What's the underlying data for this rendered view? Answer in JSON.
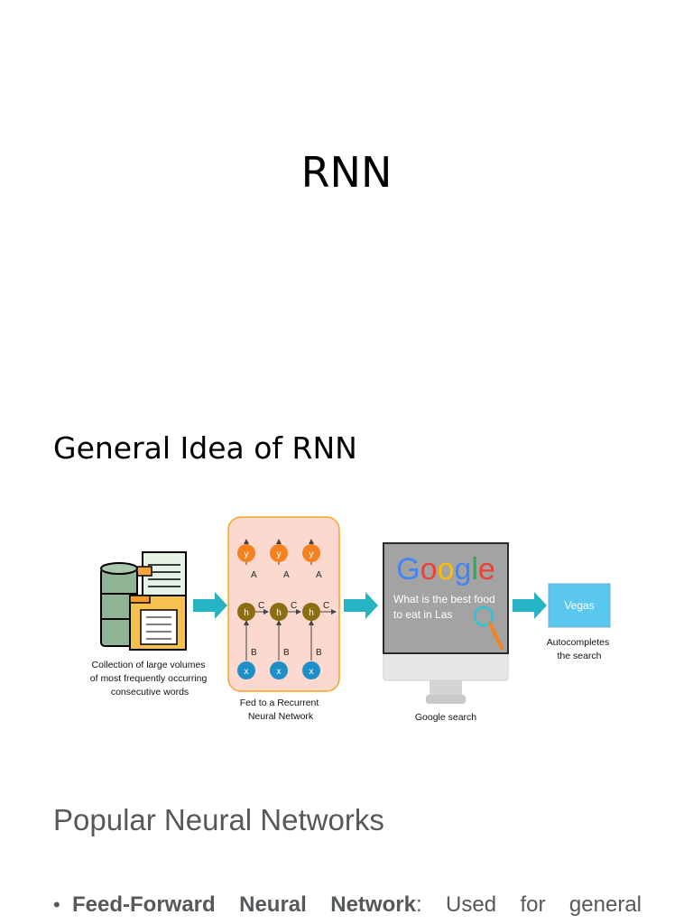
{
  "title": "RNN",
  "section_heading": "General Idea of RNN",
  "diagram": {
    "step1_caption": [
      "Collection of large volumes",
      "of most frequently occurring",
      "consecutive words"
    ],
    "rnn_output_label": "y",
    "rnn_hidden_label": "h",
    "rnn_input_label": "x",
    "edge_label_a": "A",
    "edge_label_b": "B",
    "edge_label_c": "C",
    "step2_caption": [
      "Fed to a Recurrent",
      "Neural Network"
    ],
    "google_logo_letters": [
      "G",
      "o",
      "o",
      "g",
      "l",
      "e"
    ],
    "search_query": [
      "What is the best food",
      "to eat in Las"
    ],
    "step3_caption": "Google search",
    "result_box_text": "Vegas",
    "step4_caption": [
      "Autocompletes",
      "the search"
    ],
    "colors": {
      "rnn_panel": "#fcd9cf",
      "output_node": "#f58220",
      "hidden_node": "#8b6d12",
      "input_node": "#1f8fc8",
      "arrow": "#26b4c4",
      "monitor_screen": "#a3a3a3",
      "result_box": "#5ac8ee"
    }
  },
  "subheading": "Popular Neural Networks",
  "bullet": {
    "term": "Feed-Forward Neural Network",
    "text": ": Used for general"
  }
}
